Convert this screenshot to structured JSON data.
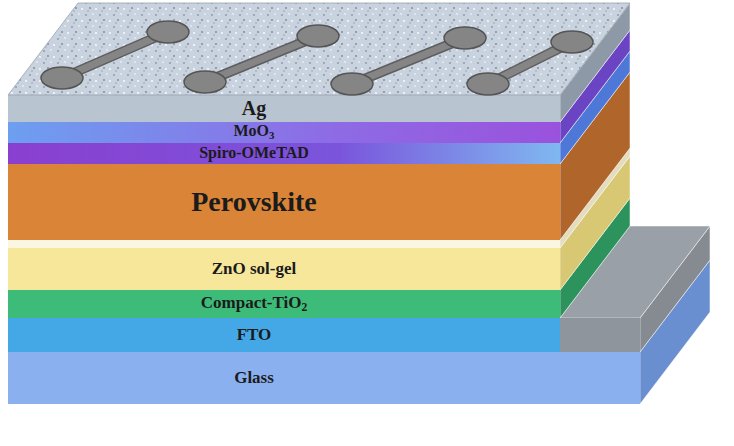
{
  "diagram": {
    "nodes": [
      {
        "text": [
          "Ag"
        ]
      },
      {
        "text": [
          "MoO3"
        ]
      },
      {
        "text": [
          "Spiro-OMeTAD"
        ]
      },
      {
        "text": [
          "Perovskite"
        ]
      },
      {
        "text": [
          "ZnO sol-gel"
        ]
      },
      {
        "text": [
          "Compact-TiO2"
        ]
      },
      {
        "text": [
          "FTO"
        ]
      },
      {
        "text": [
          "Glass"
        ]
      }
    ]
  }
}
